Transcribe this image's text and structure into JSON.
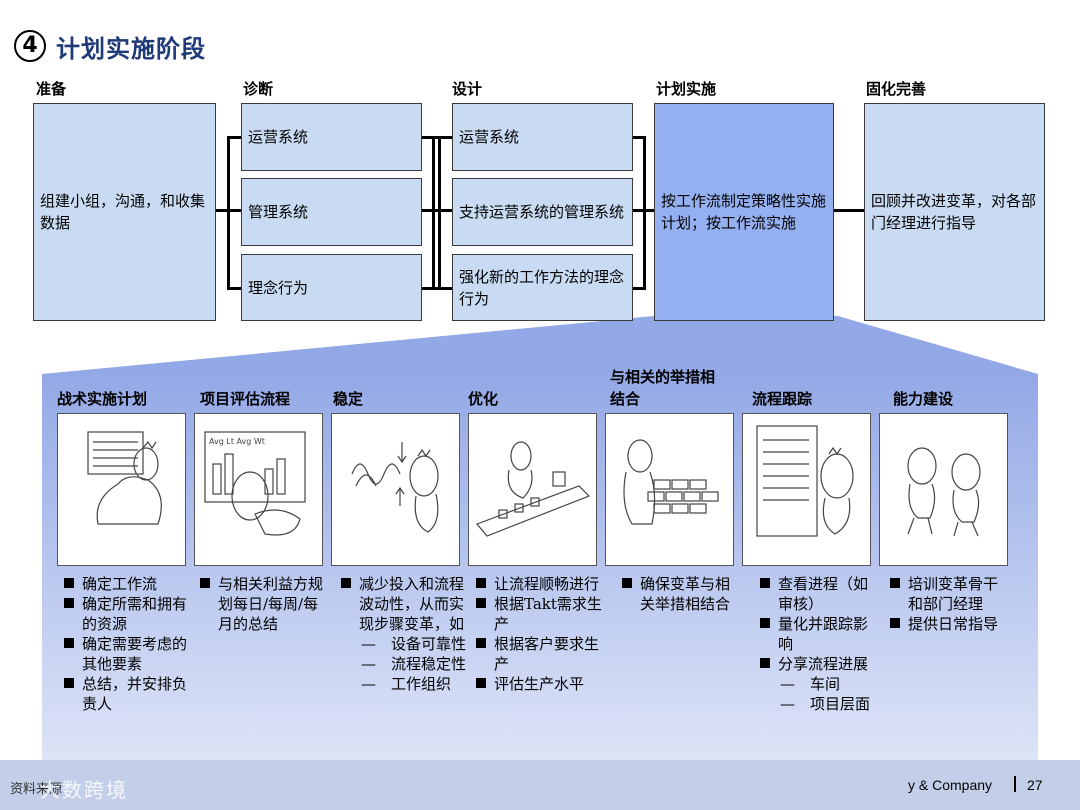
{
  "title": {
    "number": "4",
    "text": "计划实施阶段"
  },
  "phases": {
    "prepare": {
      "heading": "准备",
      "box": "组建小组，沟通，和收集数据"
    },
    "diagnose": {
      "heading": "诊断",
      "boxes": [
        "运营系统",
        "管理系统",
        "理念行为"
      ]
    },
    "design": {
      "heading": "设计",
      "boxes": [
        "运营系统",
        "支持运营系统的管理系统",
        "强化新的工作方法的理念行为"
      ]
    },
    "implement": {
      "heading": "计划实施",
      "box": "按工作流制定策略性实施计划；按工作流实施"
    },
    "sustain": {
      "heading": "固化完善",
      "box": "回顾并改进变革，对各部门经理进行指导"
    }
  },
  "details": {
    "columns": [
      {
        "heading": "战术实施计划",
        "picture": "planning-board-illustration",
        "bullets": [
          {
            "text": "确定工作流"
          },
          {
            "text": "确定所需和拥有的资源"
          },
          {
            "text": "确定需要考虑的其他要素"
          },
          {
            "text": "总结，并安排负责人"
          }
        ]
      },
      {
        "heading": "项目评估流程",
        "picture": "assessment-chart-illustration",
        "bullets": [
          {
            "text": "与相关利益方规划每日/每周/每月的总结"
          }
        ]
      },
      {
        "heading": "稳定",
        "picture": "wave-stabilizing-illustration",
        "bullets": [
          {
            "text": "减少投入和流程波动性，从而实现步骤变革，如",
            "subs": [
              "设备可靠性",
              "流程稳定性",
              "工作组织"
            ]
          }
        ]
      },
      {
        "heading": "优化",
        "picture": "flow-line-illustration",
        "bullets": [
          {
            "text": "让流程顺畅进行"
          },
          {
            "text": "根据Takt需求生产"
          },
          {
            "text": "根据客户要求生产"
          },
          {
            "text": "评估生产水平"
          }
        ]
      },
      {
        "heading": "与相关的举措相结合",
        "picture": "building-blocks-illustration",
        "bullets": [
          {
            "text": "确保变革与相关举措相结合"
          }
        ]
      },
      {
        "heading": "流程跟踪",
        "picture": "tracking-board-illustration",
        "bullets": [
          {
            "text": "查看进程（如审核）"
          },
          {
            "text": "量化并跟踪影响"
          },
          {
            "text": "分享流程进展",
            "subs": [
              "车间",
              "项目层面"
            ]
          }
        ]
      },
      {
        "heading": "能力建设",
        "picture": "coaching-illustration",
        "bullets": [
          {
            "text": "培训变革骨干和部门经理"
          },
          {
            "text": "提供日常指导"
          }
        ]
      }
    ]
  },
  "footer": {
    "source": "资料来源",
    "watermark": "大数跨境",
    "company": "y & Company",
    "page": "27"
  },
  "colors": {
    "title": "#1e3a78",
    "box_light": "#c9dbf2",
    "box_highlight": "#95b0f0",
    "panel_top": "#93a8e6",
    "panel_bottom": "#dde4f7",
    "footer": "#c3cfe9"
  }
}
